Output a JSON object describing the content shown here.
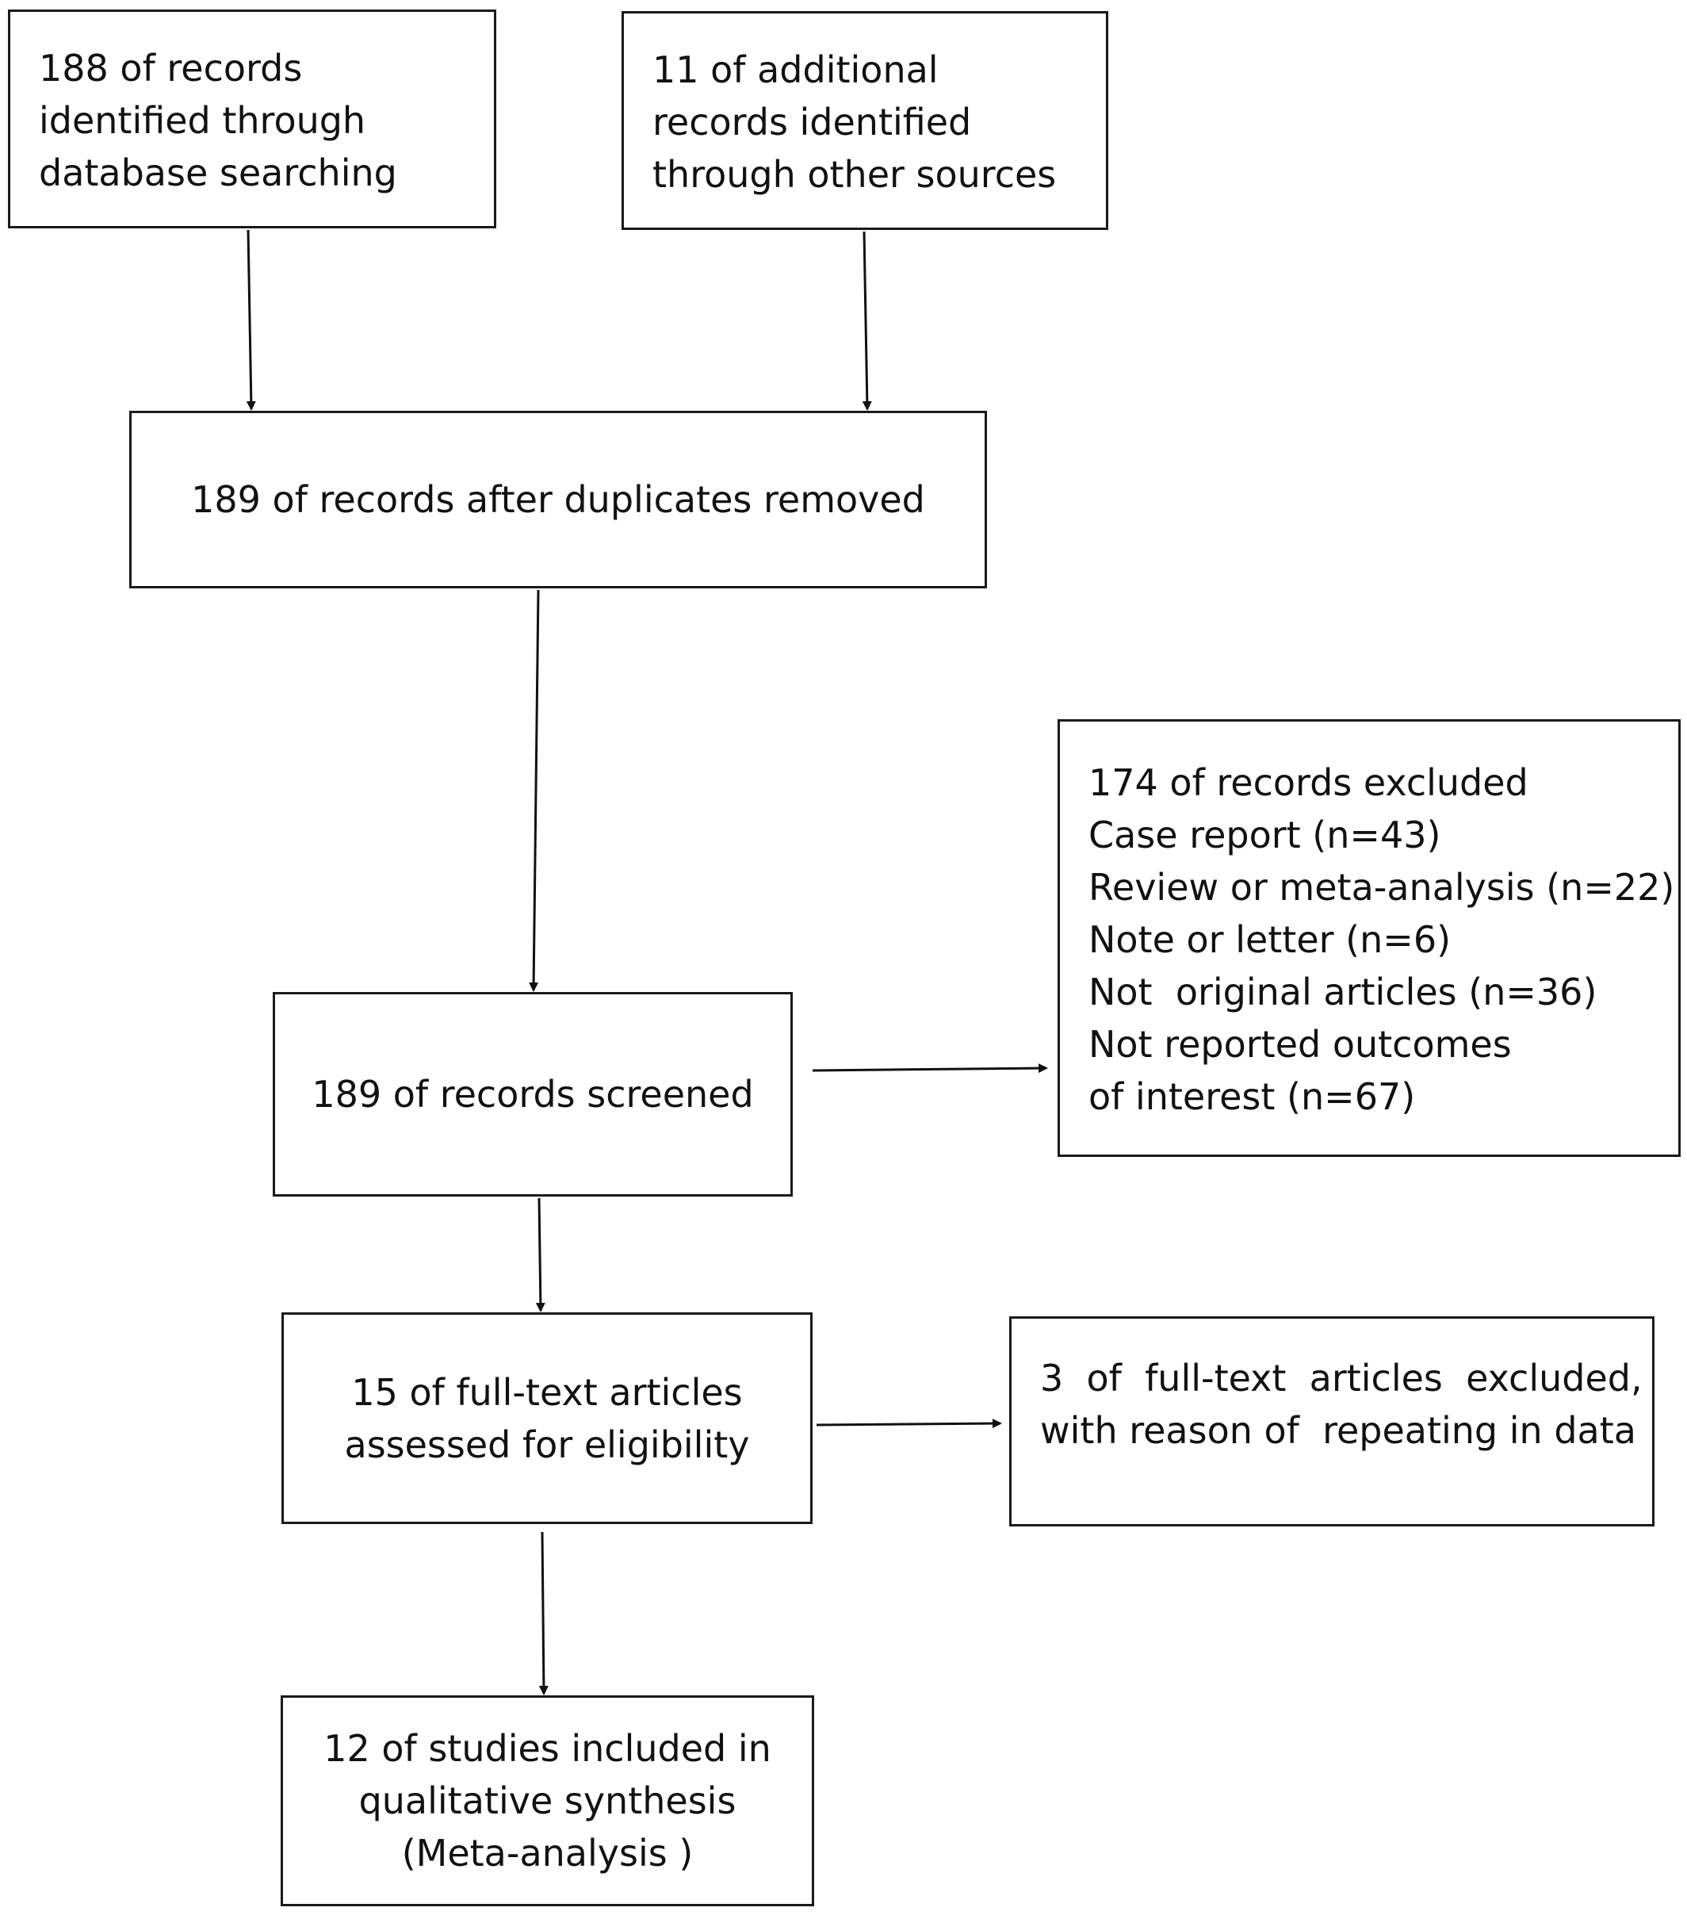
{
  "flowchart": {
    "identification": {
      "database_box": {
        "lines": [
          "188 of records",
          "identified through",
          "database searching"
        ]
      },
      "other_sources_box": {
        "lines": [
          "11 of additional",
          "records identified",
          "through other sources"
        ]
      }
    },
    "duplicates_removed_box": {
      "lines": [
        "189 of records after duplicates removed"
      ]
    },
    "screened_box": {
      "lines": [
        "189 of records screened"
      ]
    },
    "excluded_box": {
      "lines": [
        "174 of records excluded",
        "Case report (n=43)",
        "Review or meta-analysis (n=22)",
        "Note or letter (n=6)",
        "Not  original articles (n=36)",
        "Not reported outcomes",
        "of interest (n=67)"
      ]
    },
    "eligibility_box": {
      "lines": [
        "15 of full-text articles",
        "assessed for eligibility"
      ]
    },
    "fulltext_excluded_box": {
      "lines": [
        "3  of  full-text  articles  excluded,",
        "with reason of  repeating in data"
      ]
    },
    "included_box": {
      "lines": [
        "12 of studies included in",
        "qualitative synthesis",
        "(Meta-analysis )"
      ]
    }
  }
}
